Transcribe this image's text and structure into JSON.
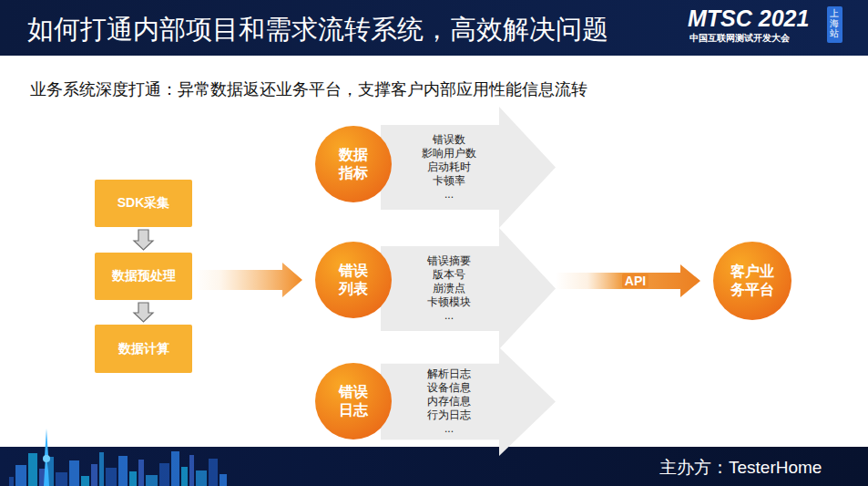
{
  "diagram": {
    "title": "如何打通内部项目和需求流转系统，高效解决问题",
    "nodes": [
      {
        "text": [
          "SDK采集"
        ]
      },
      {
        "text": [
          "数据预处理"
        ]
      },
      {
        "text": [
          "数据计算"
        ]
      },
      {
        "text": [
          "数据指标"
        ]
      },
      {
        "text": [
          "错误数",
          "影响用户数",
          "启动耗时",
          "卡顿率",
          "..."
        ]
      },
      {
        "text": [
          "错误列表"
        ]
      },
      {
        "text": [
          "错误摘要",
          "版本号",
          "崩溃点",
          "卡顿模块",
          "..."
        ]
      },
      {
        "text": [
          "错误日志"
        ]
      },
      {
        "text": [
          "解析日志",
          "设备信息",
          "内存信息",
          "行为日志",
          "..."
        ]
      },
      {
        "text": [
          "客户业务平台"
        ]
      }
    ],
    "edges": [
      {
        "from": 0,
        "to": 1,
        "arrow": "to"
      },
      {
        "from": 1,
        "to": 2,
        "arrow": "to"
      },
      {
        "from": 1,
        "to": 5,
        "arrow": "to"
      },
      {
        "from": 6,
        "to": 9,
        "label": "API",
        "arrow": "to"
      }
    ],
    "labels": [
      "业务系统深度打通：异常数据返还业务平台，支撑客户内部应用性能信息流转",
      "MTSC 2021",
      "中国互联网测试开发大会",
      "上海站",
      "主办方：TesterHome"
    ]
  }
}
